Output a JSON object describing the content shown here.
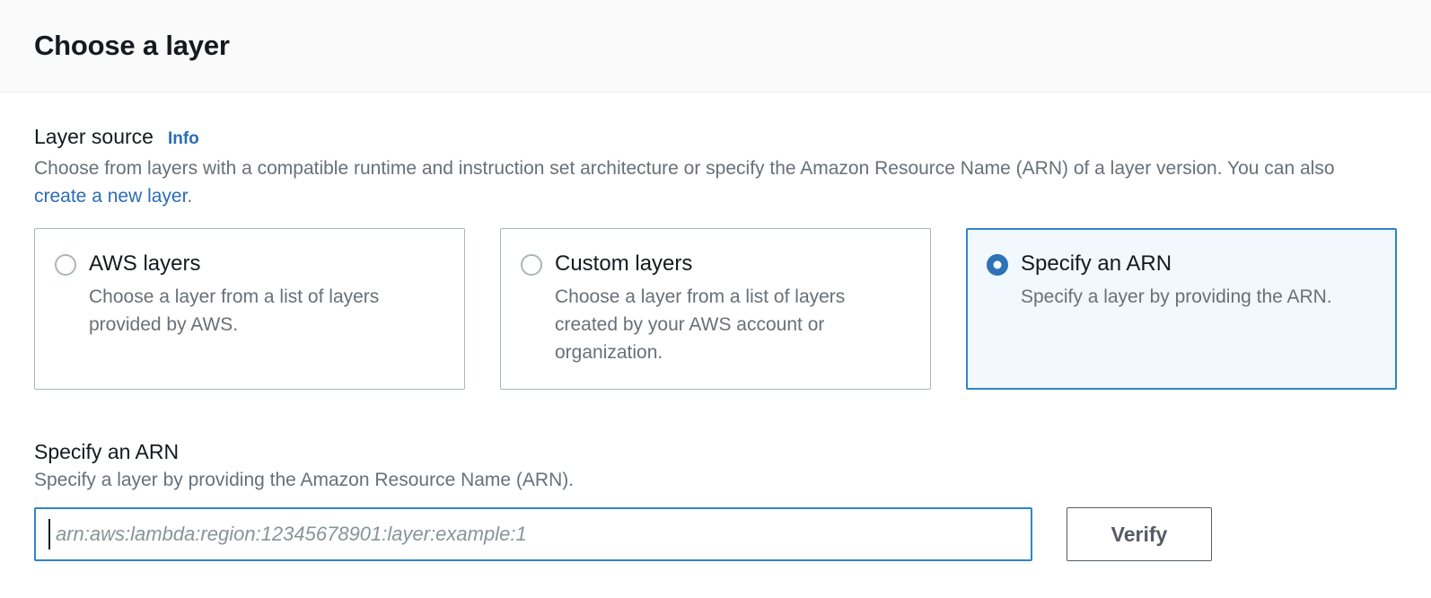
{
  "header": {
    "title": "Choose a layer"
  },
  "layer_source": {
    "label": "Layer source",
    "info_link": "Info",
    "description_prefix": "Choose from layers with a compatible runtime and instruction set architecture or specify the Amazon Resource Name (ARN) of a layer version. You can also ",
    "description_link": "create a new layer",
    "description_suffix": ".",
    "options": [
      {
        "title": "AWS layers",
        "description": "Choose a layer from a list of layers provided by AWS.",
        "selected": false
      },
      {
        "title": "Custom layers",
        "description": "Choose a layer from a list of layers created by your AWS account or organization.",
        "selected": false
      },
      {
        "title": "Specify an ARN",
        "description": "Specify a layer by providing the ARN.",
        "selected": true
      }
    ]
  },
  "arn_section": {
    "title": "Specify an ARN",
    "description": "Specify a layer by providing the Amazon Resource Name (ARN).",
    "input_placeholder": "arn:aws:lambda:region:12345678901:layer:example:1",
    "input_value": "",
    "verify_label": "Verify"
  },
  "colors": {
    "accent_blue": "#2e86c8",
    "link_blue": "#2a6db5",
    "radio_blue": "#2e72b8",
    "selected_tile_bg": "#f1f8fe",
    "border_gray": "#aab7b8",
    "text_dark": "#16191f",
    "text_muted": "#687078",
    "header_bg": "#fafafa"
  }
}
